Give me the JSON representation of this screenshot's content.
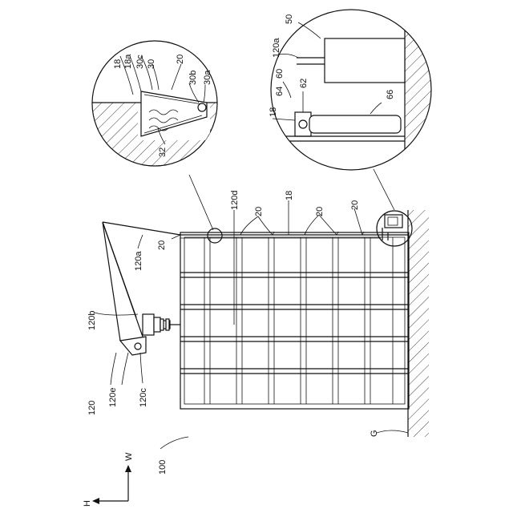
{
  "figure": {
    "labels": {
      "l50": "50",
      "l120a_top": "120a",
      "l60": "60",
      "l64": "64",
      "l62": "62",
      "l18_right": "18",
      "l66": "66",
      "l18_left": "18",
      "l18a": "18a",
      "l30c": "30c",
      "l30": "30",
      "l20_left": "20",
      "l30b": "30b",
      "l30a": "30a",
      "l32": "32",
      "l120d": "120d",
      "l20_a": "20",
      "l18_mid": "18",
      "l20_b": "20",
      "l20_c": "20",
      "l20_frame": "20",
      "l120a_left": "120a",
      "l120b": "120b",
      "l120": "120",
      "l120e": "120e",
      "l120c": "120c",
      "lG": "G",
      "l100": "100",
      "lW": "W",
      "lH": "H"
    }
  }
}
